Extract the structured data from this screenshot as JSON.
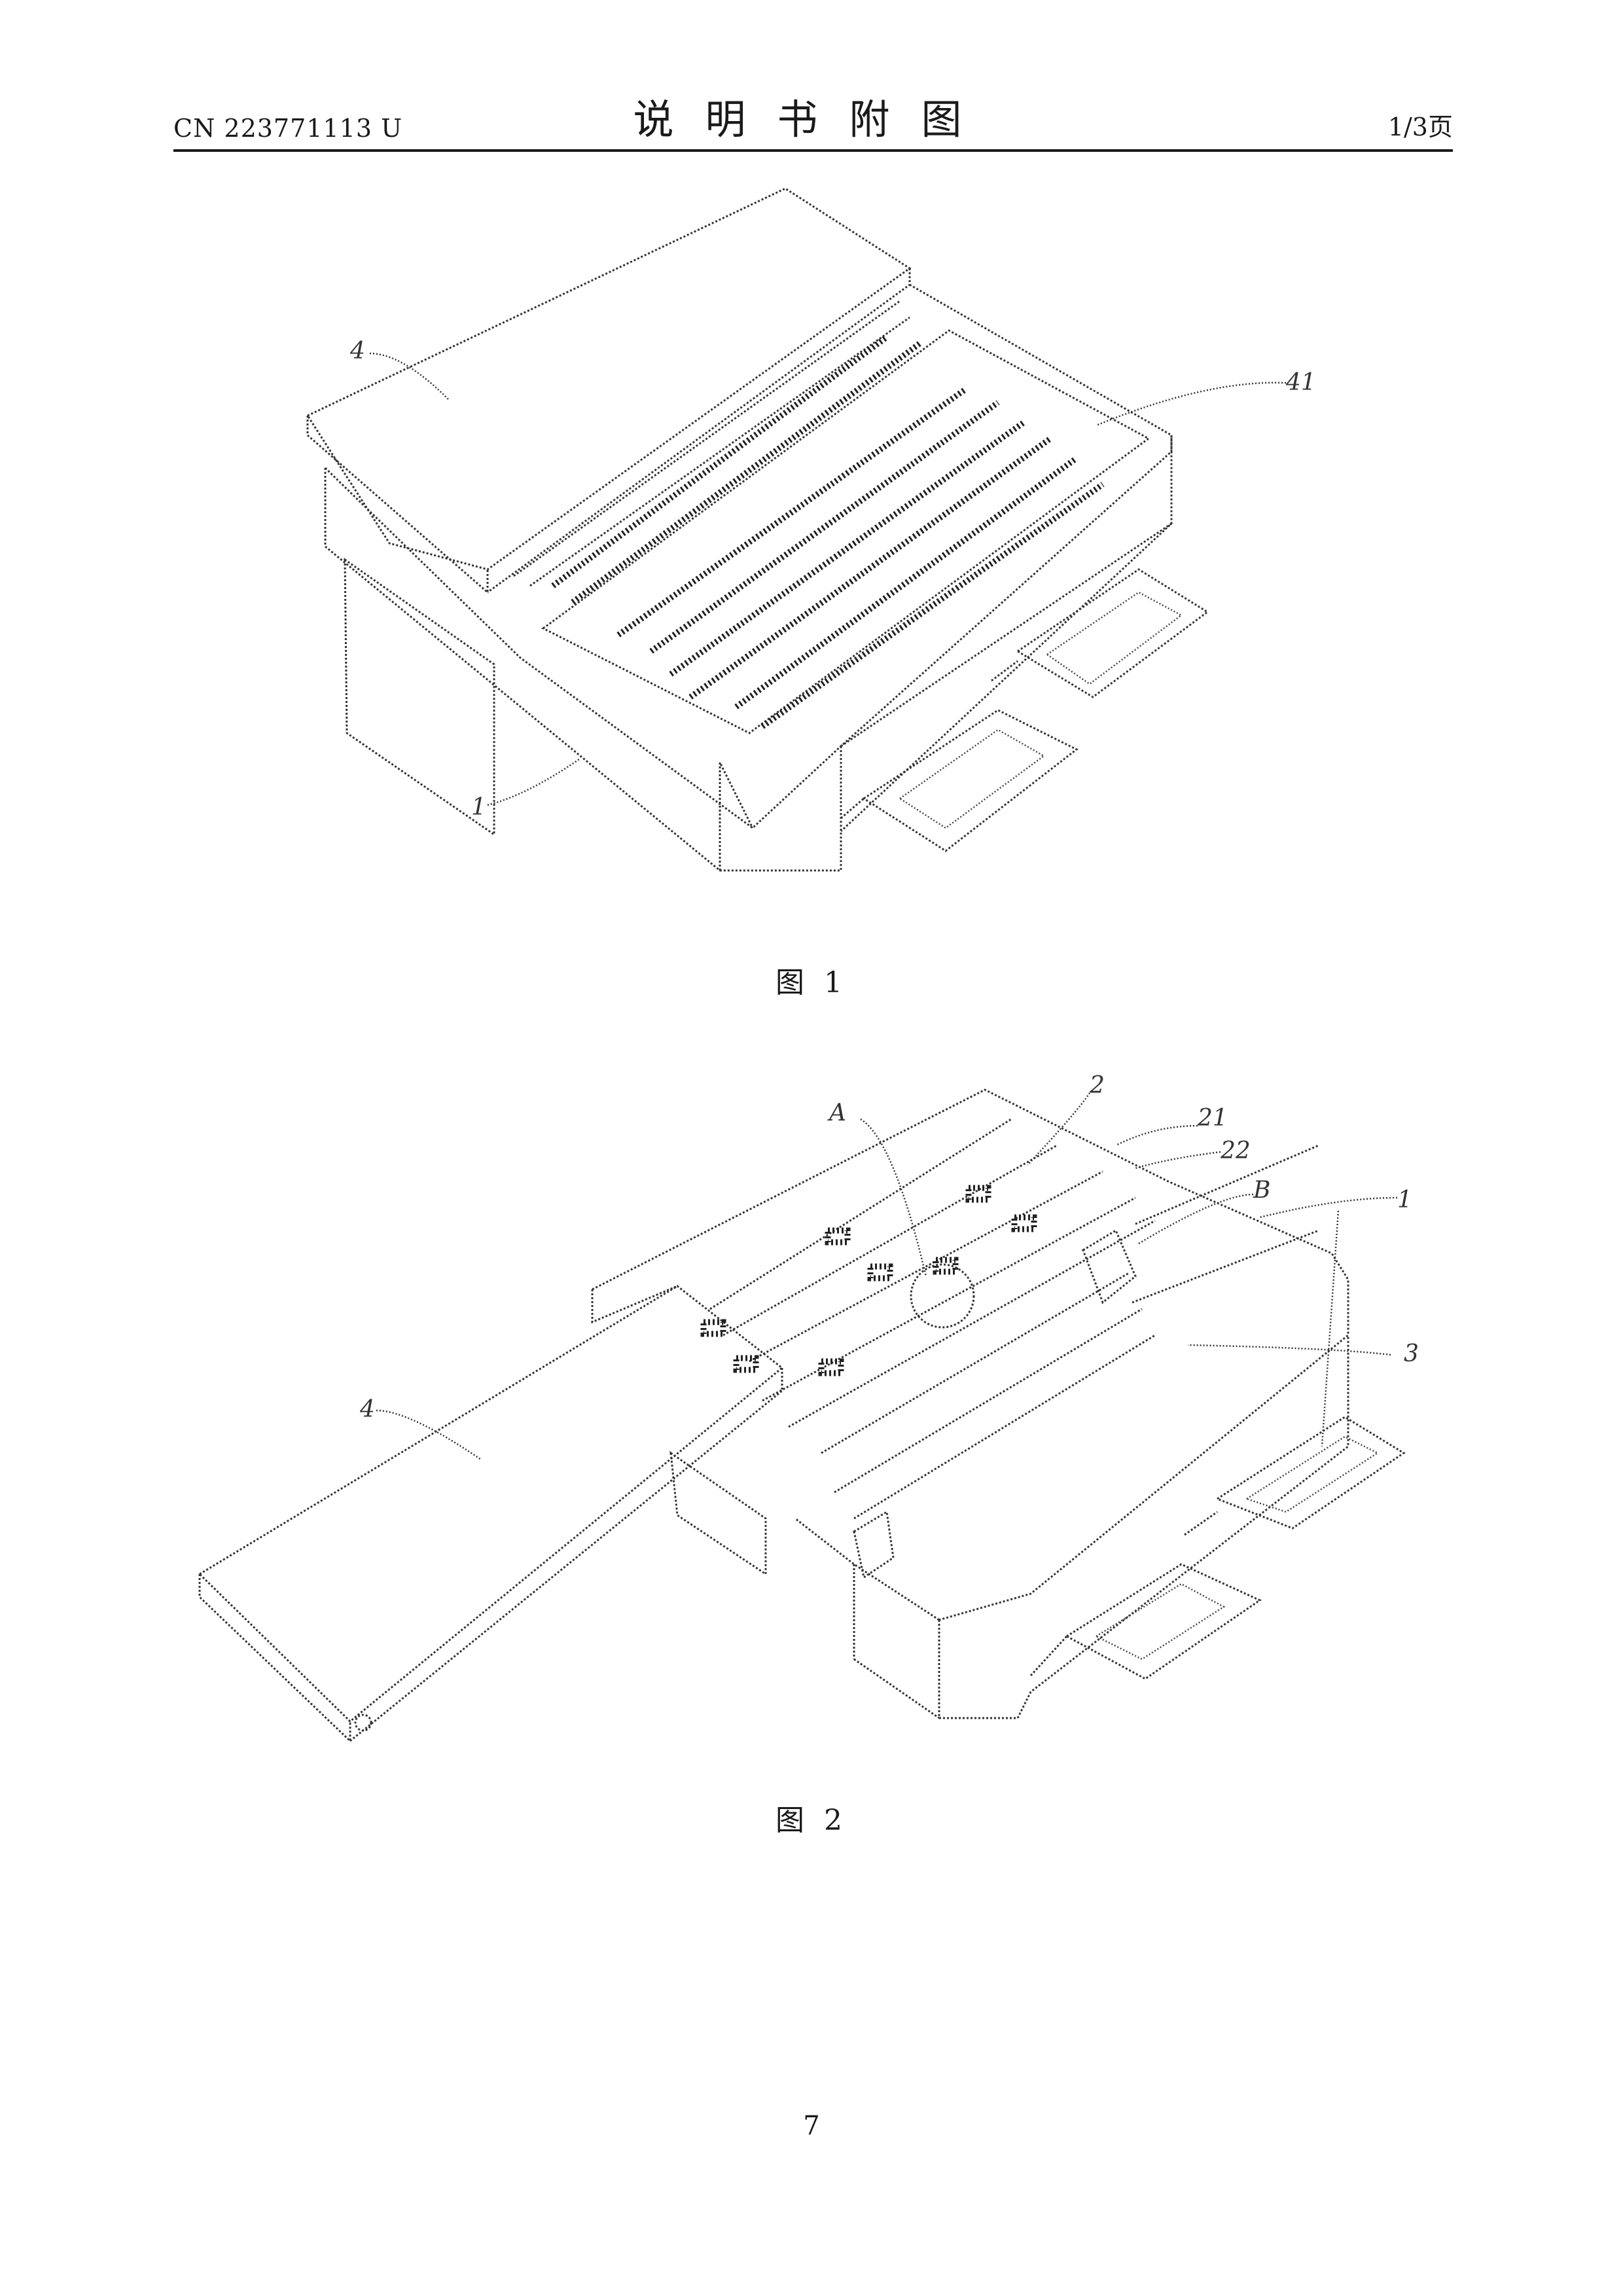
{
  "header": {
    "publication_number": "CN 223771113 U",
    "section_title": "说明书附图",
    "page_of": "1/3页"
  },
  "figures": [
    {
      "caption": "图 1",
      "reference_labels": [
        "4",
        "41",
        "1"
      ]
    },
    {
      "caption": "图 2",
      "reference_labels": [
        "2",
        "A",
        "21",
        "22",
        "B",
        "1",
        "4",
        "3"
      ]
    }
  ],
  "footer": {
    "page_number": "7"
  }
}
